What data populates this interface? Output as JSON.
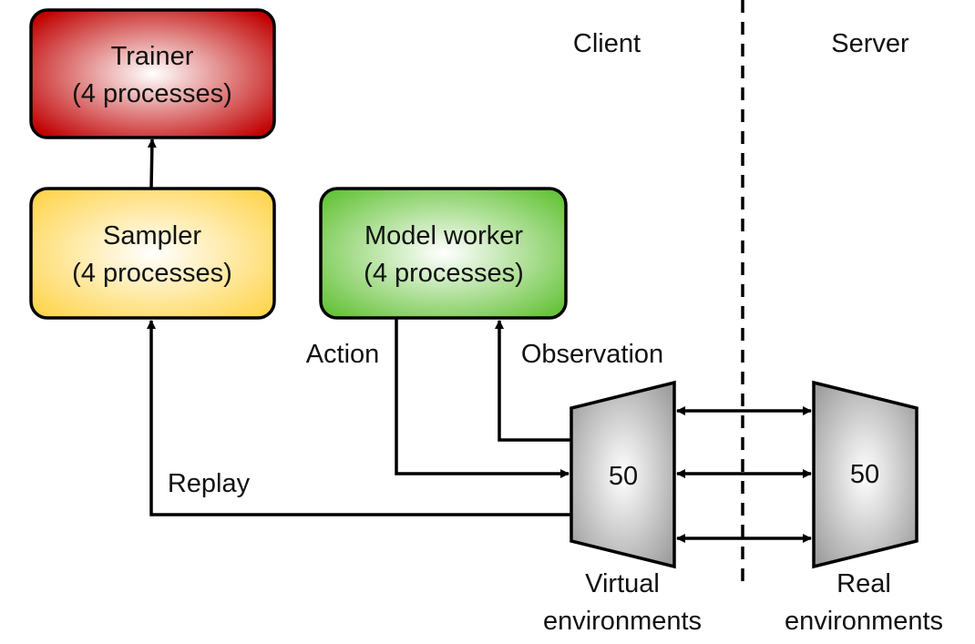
{
  "sections": {
    "client": "Client",
    "server": "Server"
  },
  "boxes": {
    "trainer": {
      "title": "Trainer",
      "subtitle": "(4 processes)",
      "color": "#c00000"
    },
    "sampler": {
      "title": "Sampler",
      "subtitle": "(4 processes)",
      "color": "#ffd54f"
    },
    "model_worker": {
      "title": "Model worker",
      "subtitle": "(4 processes)",
      "color": "#66c33a"
    }
  },
  "environments": {
    "virtual": {
      "count": "50",
      "label_line1": "Virtual",
      "label_line2": "environments"
    },
    "real": {
      "count": "50",
      "label_line1": "Real",
      "label_line2": "environments"
    }
  },
  "edges": {
    "action": "Action",
    "observation": "Observation",
    "replay": "Replay"
  },
  "colors": {
    "env_gray": "#9e9e9e",
    "border": "#000000"
  }
}
